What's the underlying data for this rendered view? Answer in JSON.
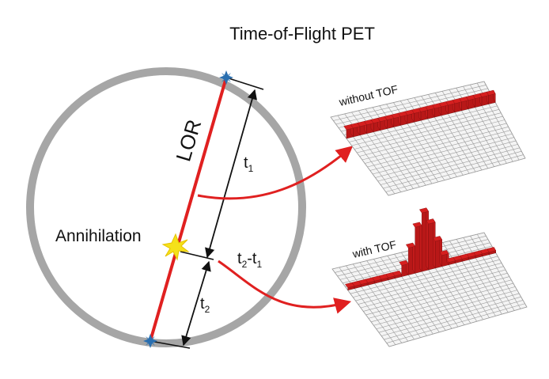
{
  "title": "Time-of-Flight PET",
  "labels": {
    "lor": "LOR",
    "annihilation": "Annihilation",
    "t1": "t",
    "t1_sub": "1",
    "t2": "t",
    "t2_sub": "2",
    "diff_t2": "t",
    "diff_t2_sub": "2",
    "diff_sep": "-t",
    "diff_t1_sub": "1"
  },
  "panels": {
    "without": {
      "label": "without TOF"
    },
    "with": {
      "label": "with TOF"
    }
  },
  "colors": {
    "ring": "#a6a6a6",
    "lor": "#e02020",
    "detector": "#2a6fb0",
    "annihilation": "#f5e11a",
    "grid_line": "#9a9a9a",
    "grid_fill": "#f4f4f4",
    "bar": "#d61f1f",
    "arrow": "#e02020"
  },
  "icons": {
    "detector": "star-burst-icon",
    "annihilation": "flash-icon"
  }
}
